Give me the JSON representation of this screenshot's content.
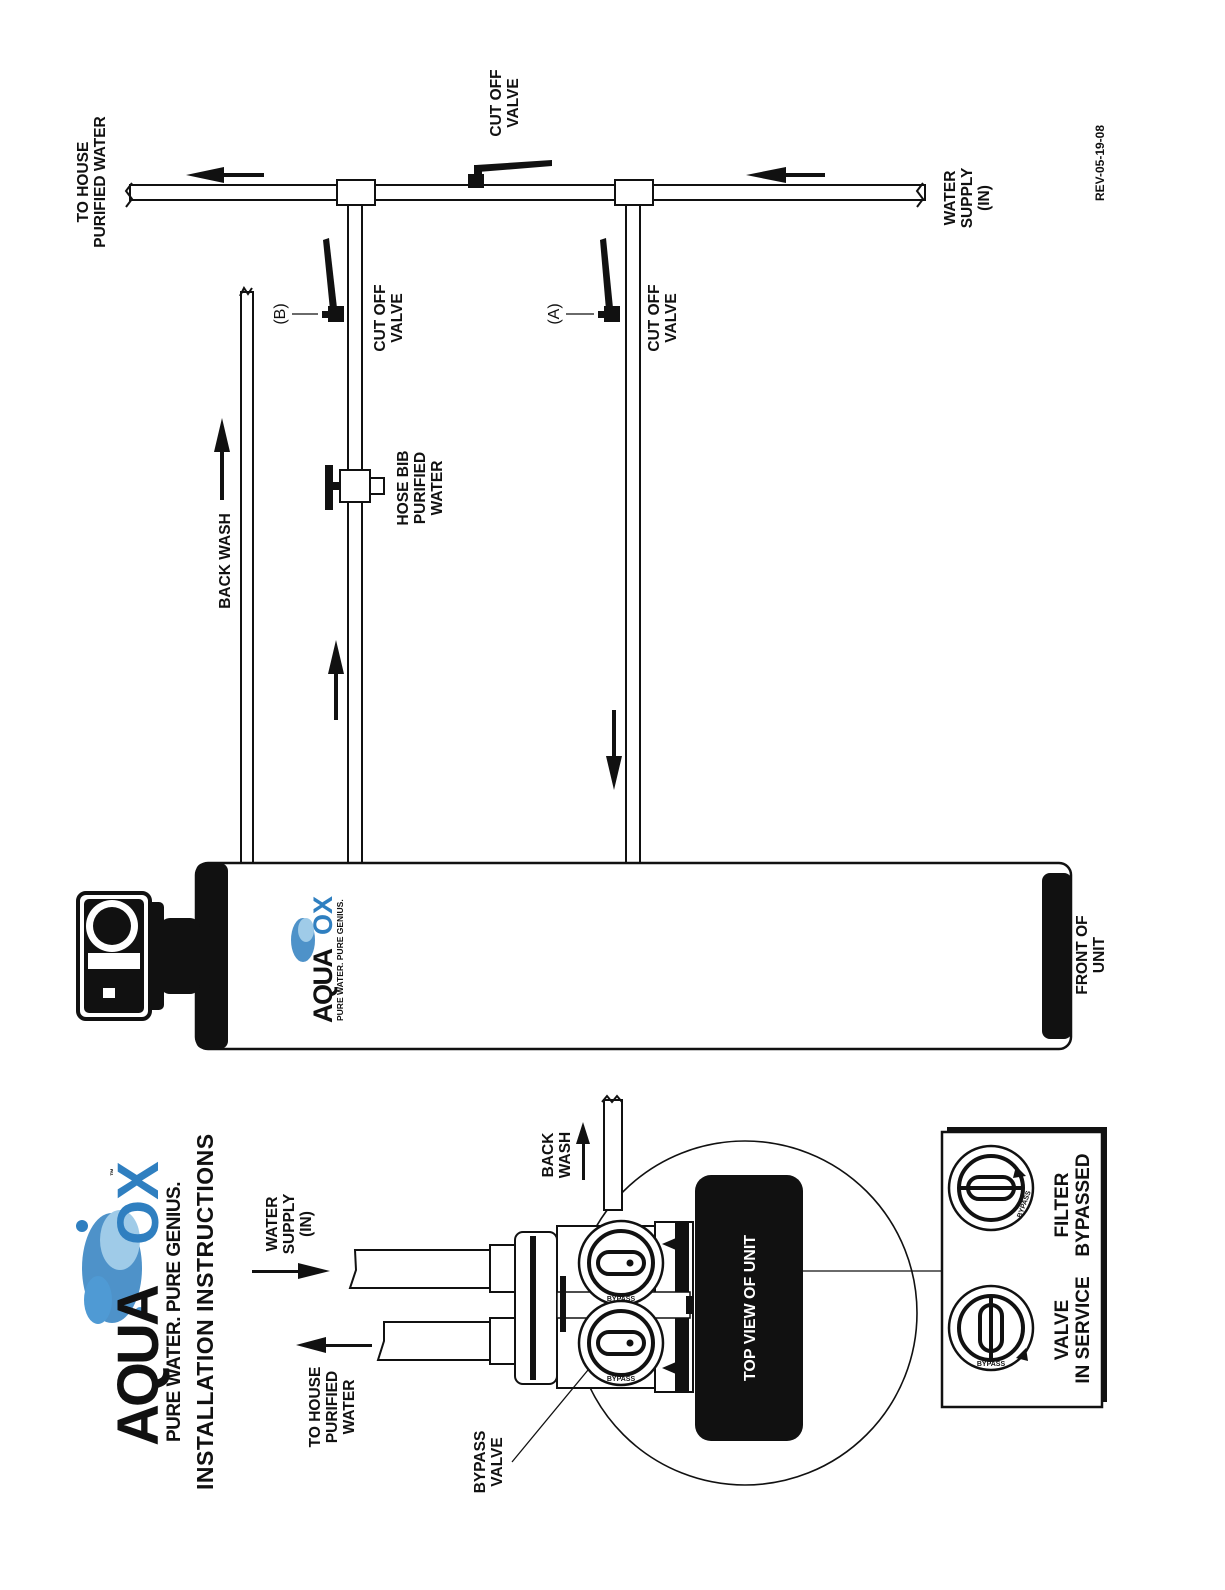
{
  "brand": {
    "word_aqua": "AQUA",
    "word_ox": "OX",
    "tagline": "PURE WATER. PURE GENIUS.",
    "trademark": "™"
  },
  "document": {
    "title": "INSTALLATION INSTRUCTIONS",
    "revision": "REV-05-19-08"
  },
  "main_diagram": {
    "to_house": [
      "TO HOUSE",
      "PURIFIED WATER"
    ],
    "water_supply": [
      "WATER",
      "SUPPLY",
      "(IN)"
    ],
    "top_cut_off_valve": [
      "CUT OFF",
      "VALVE"
    ],
    "valve_b_marker": "(B)",
    "valve_b_label": [
      "CUT OFF",
      "VALVE"
    ],
    "valve_a_marker": "(A)",
    "valve_a_label": [
      "CUT OFF",
      "VALVE"
    ],
    "hose_bib": [
      "HOSE BIB",
      "PURIFIED",
      "WATER"
    ],
    "back_wash": "BACK WASH",
    "front_of_unit": [
      "FRONT OF",
      "UNIT"
    ]
  },
  "detail": {
    "water_supply": [
      "WATER",
      "SUPPLY",
      "(IN)"
    ],
    "to_house": [
      "TO HOUSE",
      "PURIFIED",
      "WATER"
    ],
    "back_wash": [
      "BACK",
      "WASH"
    ],
    "bypass_valve": [
      "BYPASS",
      "VALVE"
    ],
    "top_view": "TOP VIEW OF UNIT",
    "knob_text": "BYPASS"
  },
  "legend": {
    "in_service": [
      "VALVE",
      "IN SERVICE"
    ],
    "bypassed": [
      "FILTER",
      "BYPASSED"
    ],
    "knob_text": "BYPASS"
  },
  "colors": {
    "ink": "#111111",
    "brand_blue": "#2f7fc0",
    "water_light": "#9fcbe8"
  }
}
